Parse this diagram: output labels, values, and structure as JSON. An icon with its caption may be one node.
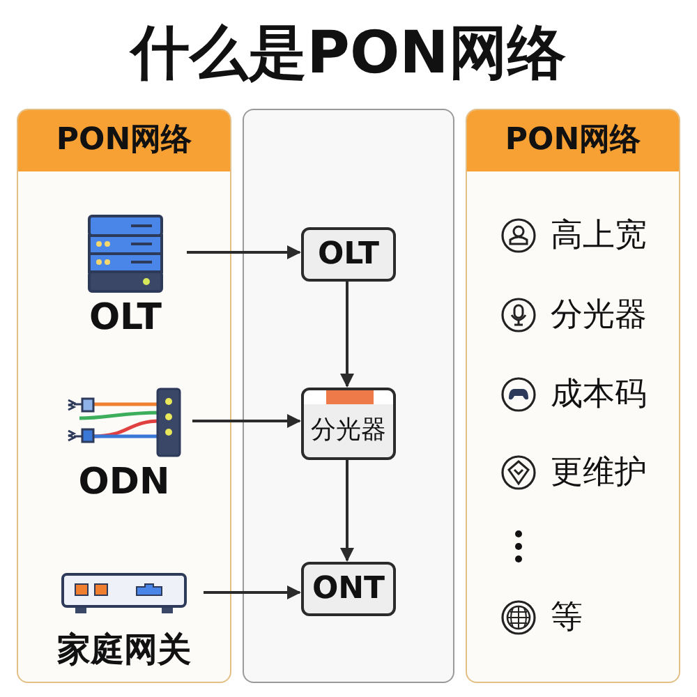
{
  "diagram": {
    "title": "什么是PON网络",
    "nodes": [
      {
        "text": [
          "PON网络"
        ]
      },
      {
        "text": [
          "OLT"
        ],
        "in": 0
      },
      {
        "text": [
          "ODN"
        ],
        "in": 0
      },
      {
        "text": [
          "家庭网关"
        ],
        "in": 0
      },
      {
        "text": [],
        "shape": "box"
      },
      {
        "text": [
          "OLT"
        ],
        "in": 4
      },
      {
        "text": [
          "分光器"
        ],
        "in": 4
      },
      {
        "text": [
          "ONT"
        ],
        "in": 4
      },
      {
        "text": [
          "PON网络"
        ]
      }
    ],
    "edges": [
      {
        "from": 1,
        "to": 5,
        "arrow": "to"
      },
      {
        "from": 2,
        "to": 6,
        "arrow": "to"
      },
      {
        "from": 3,
        "to": 7,
        "arrow": "to"
      },
      {
        "from": 5,
        "to": 6,
        "arrow": "to"
      },
      {
        "from": 6,
        "to": 7,
        "arrow": "to"
      }
    ],
    "labels": [
      "高上宽",
      "分光器",
      "成本码",
      "更维护",
      "等"
    ]
  }
}
